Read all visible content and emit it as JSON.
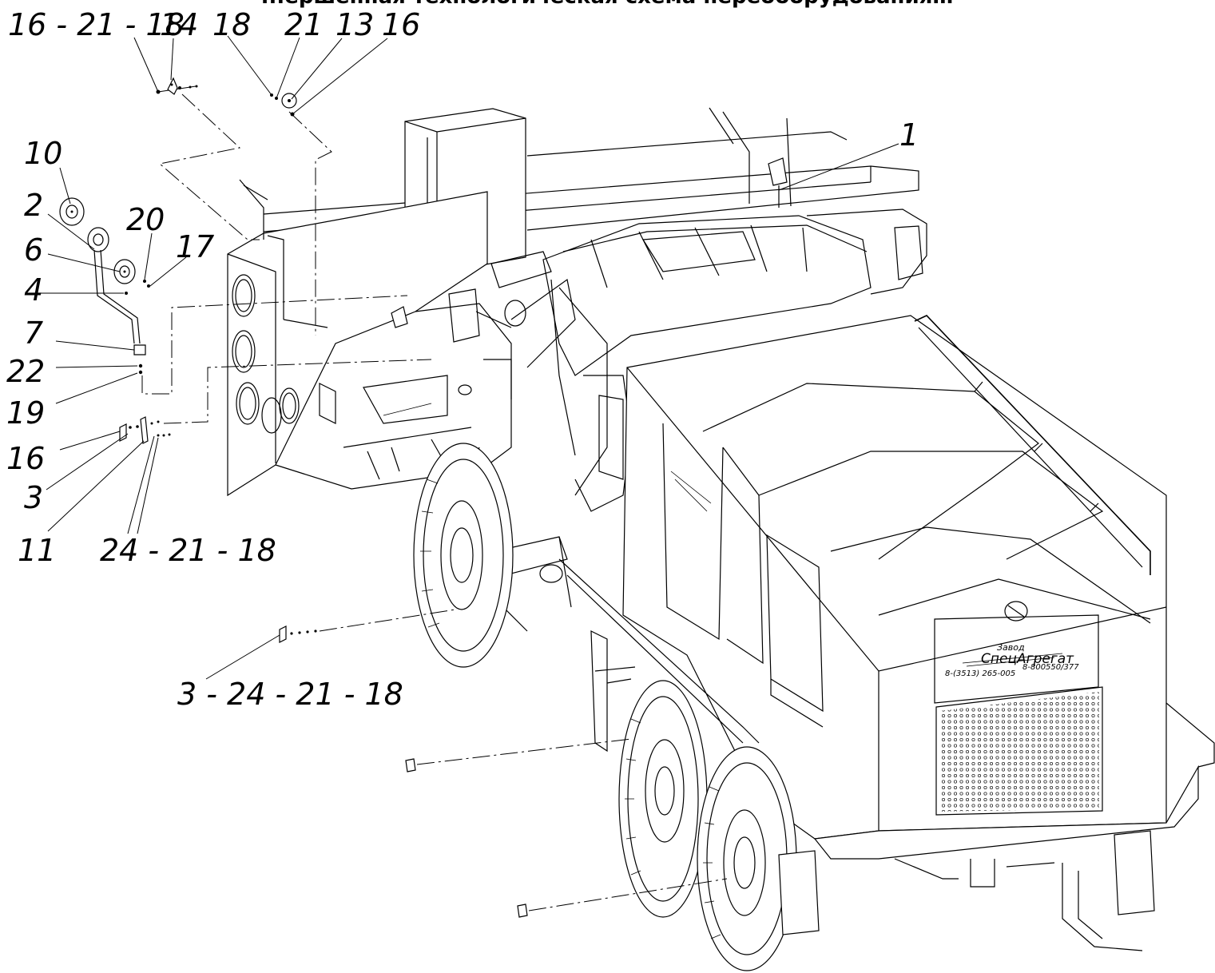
{
  "header_fragment": "...ершенная технологическая схема переоборудования…",
  "callouts": {
    "c_16_21_18_top": "16 - 21 - 18",
    "c_14": "14",
    "c_18": "18",
    "c_21": "21",
    "c_13": "13",
    "c_16_top": "16",
    "c_1": "1",
    "c_10": "10",
    "c_2": "2",
    "c_20": "20",
    "c_6": "6",
    "c_17": "17",
    "c_4": "4",
    "c_7": "7",
    "c_22": "22",
    "c_19": "19",
    "c_16_left": "16",
    "c_3": "3",
    "c_11": "11",
    "c_24_21_18": "24 - 21 - 18",
    "c_3_24_21_18": "3 - 24 - 21 - 18"
  },
  "rear_plate": {
    "brand_top": "Завод",
    "brand": "СпецАгрегат",
    "phone_left": "8-(3513) 265-005",
    "phone_right": "8-800550/377"
  }
}
